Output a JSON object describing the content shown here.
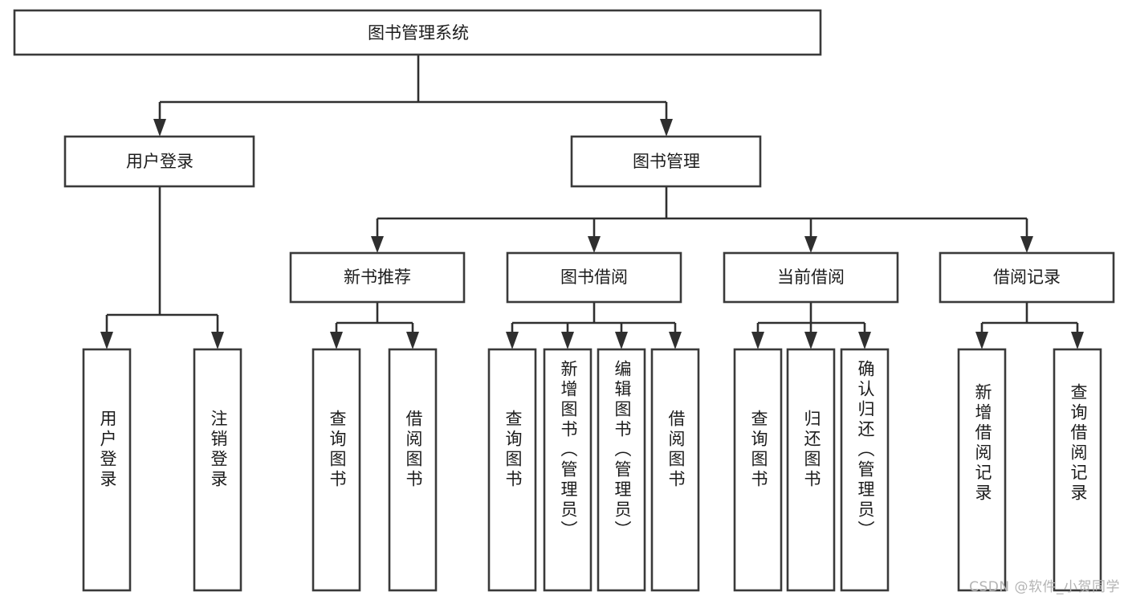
{
  "diagram": {
    "type": "tree-hierarchy",
    "title": "图书管理系统",
    "watermark": "CSDN @软件_小贺同学",
    "colors": {
      "box_stroke": "#3a3a3a",
      "box_fill": "#ffffff",
      "connector": "#2f2f2f",
      "text": "#1c1c1c",
      "watermark": "#b4b4b4",
      "background": "#ffffff"
    },
    "levels": [
      {
        "level": 1,
        "nodes": [
          {
            "id": "root",
            "label": "图书管理系统",
            "orientation": "horizontal"
          }
        ]
      },
      {
        "level": 2,
        "nodes": [
          {
            "id": "user-login",
            "label": "用户登录",
            "orientation": "horizontal",
            "parent": "root"
          },
          {
            "id": "book-manage",
            "label": "图书管理",
            "orientation": "horizontal",
            "parent": "root"
          }
        ]
      },
      {
        "level": 3,
        "nodes": [
          {
            "id": "new-book-recommend",
            "label": "新书推荐",
            "orientation": "horizontal",
            "parent": "book-manage"
          },
          {
            "id": "book-borrow",
            "label": "图书借阅",
            "orientation": "horizontal",
            "parent": "book-manage"
          },
          {
            "id": "current-borrow",
            "label": "当前借阅",
            "orientation": "horizontal",
            "parent": "book-manage"
          },
          {
            "id": "borrow-record",
            "label": "借阅记录",
            "orientation": "horizontal",
            "parent": "book-manage"
          }
        ]
      },
      {
        "level": 4,
        "nodes": [
          {
            "id": "leaf-user-login",
            "label": "用户登录",
            "orientation": "vertical",
            "parent": "user-login"
          },
          {
            "id": "leaf-logout-login",
            "label": "注销登录",
            "orientation": "vertical",
            "parent": "user-login"
          },
          {
            "id": "leaf-query-book-1",
            "label": "查询图书",
            "orientation": "vertical",
            "parent": "new-book-recommend"
          },
          {
            "id": "leaf-borrow-book-1",
            "label": "借阅图书",
            "orientation": "vertical",
            "parent": "new-book-recommend"
          },
          {
            "id": "leaf-query-book-2",
            "label": "查询图书",
            "orientation": "vertical",
            "parent": "book-borrow"
          },
          {
            "id": "leaf-add-book",
            "label": "新增图书（管理员）",
            "orientation": "vertical",
            "parent": "book-borrow"
          },
          {
            "id": "leaf-edit-book",
            "label": "编辑图书（管理员）",
            "orientation": "vertical",
            "parent": "book-borrow"
          },
          {
            "id": "leaf-borrow-book-2",
            "label": "借阅图书",
            "orientation": "vertical",
            "parent": "book-borrow"
          },
          {
            "id": "leaf-query-book-3",
            "label": "查询图书",
            "orientation": "vertical",
            "parent": "current-borrow"
          },
          {
            "id": "leaf-return-book",
            "label": "归还图书",
            "orientation": "vertical",
            "parent": "current-borrow"
          },
          {
            "id": "leaf-confirm-return",
            "label": "确认归还（管理员）",
            "orientation": "vertical",
            "parent": "current-borrow"
          },
          {
            "id": "leaf-add-record",
            "label": "新增借阅记录",
            "orientation": "vertical",
            "parent": "borrow-record"
          },
          {
            "id": "leaf-query-record",
            "label": "查询借阅记录",
            "orientation": "vertical",
            "parent": "borrow-record"
          }
        ]
      }
    ]
  }
}
